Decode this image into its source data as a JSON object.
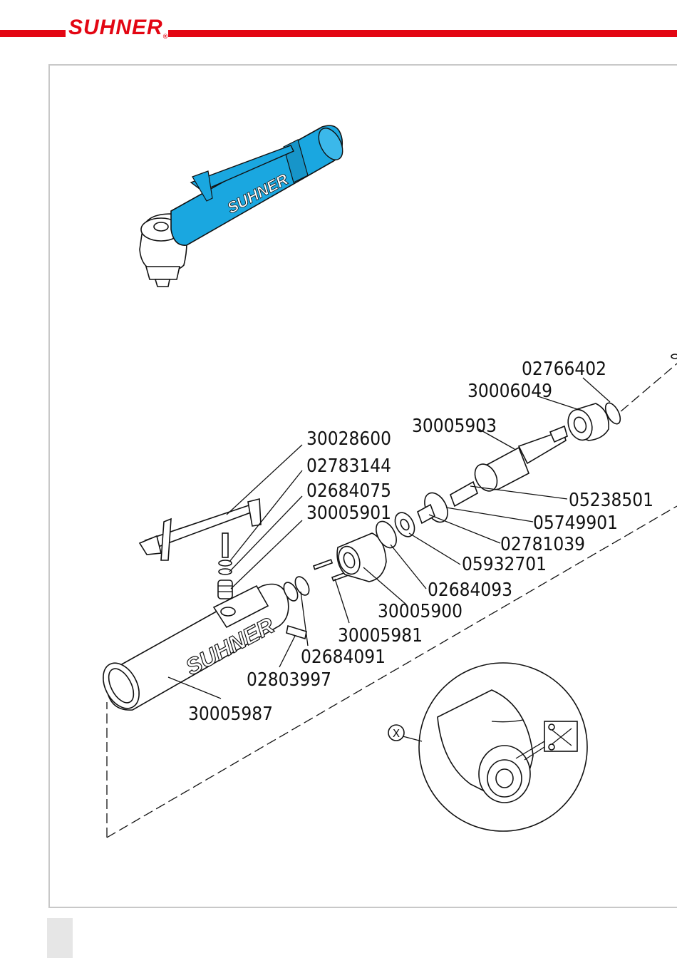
{
  "brand": {
    "name": "SUHNER",
    "reg_mark": "®",
    "tool_body_lettering": "SUHNER",
    "accent_color": "#e30613"
  },
  "product_color": "#1aa7e0",
  "detail": {
    "label": "X",
    "icon": "scissors-icon"
  },
  "part_numbers": [
    "02766402",
    "30006049",
    "30005903",
    "30028600",
    "02783144",
    "02684075",
    "30005901",
    "05238501",
    "05749901",
    "02781039",
    "05932701",
    "02684093",
    "30005900",
    "30005981",
    "02684091",
    "02803997",
    "30005987"
  ]
}
